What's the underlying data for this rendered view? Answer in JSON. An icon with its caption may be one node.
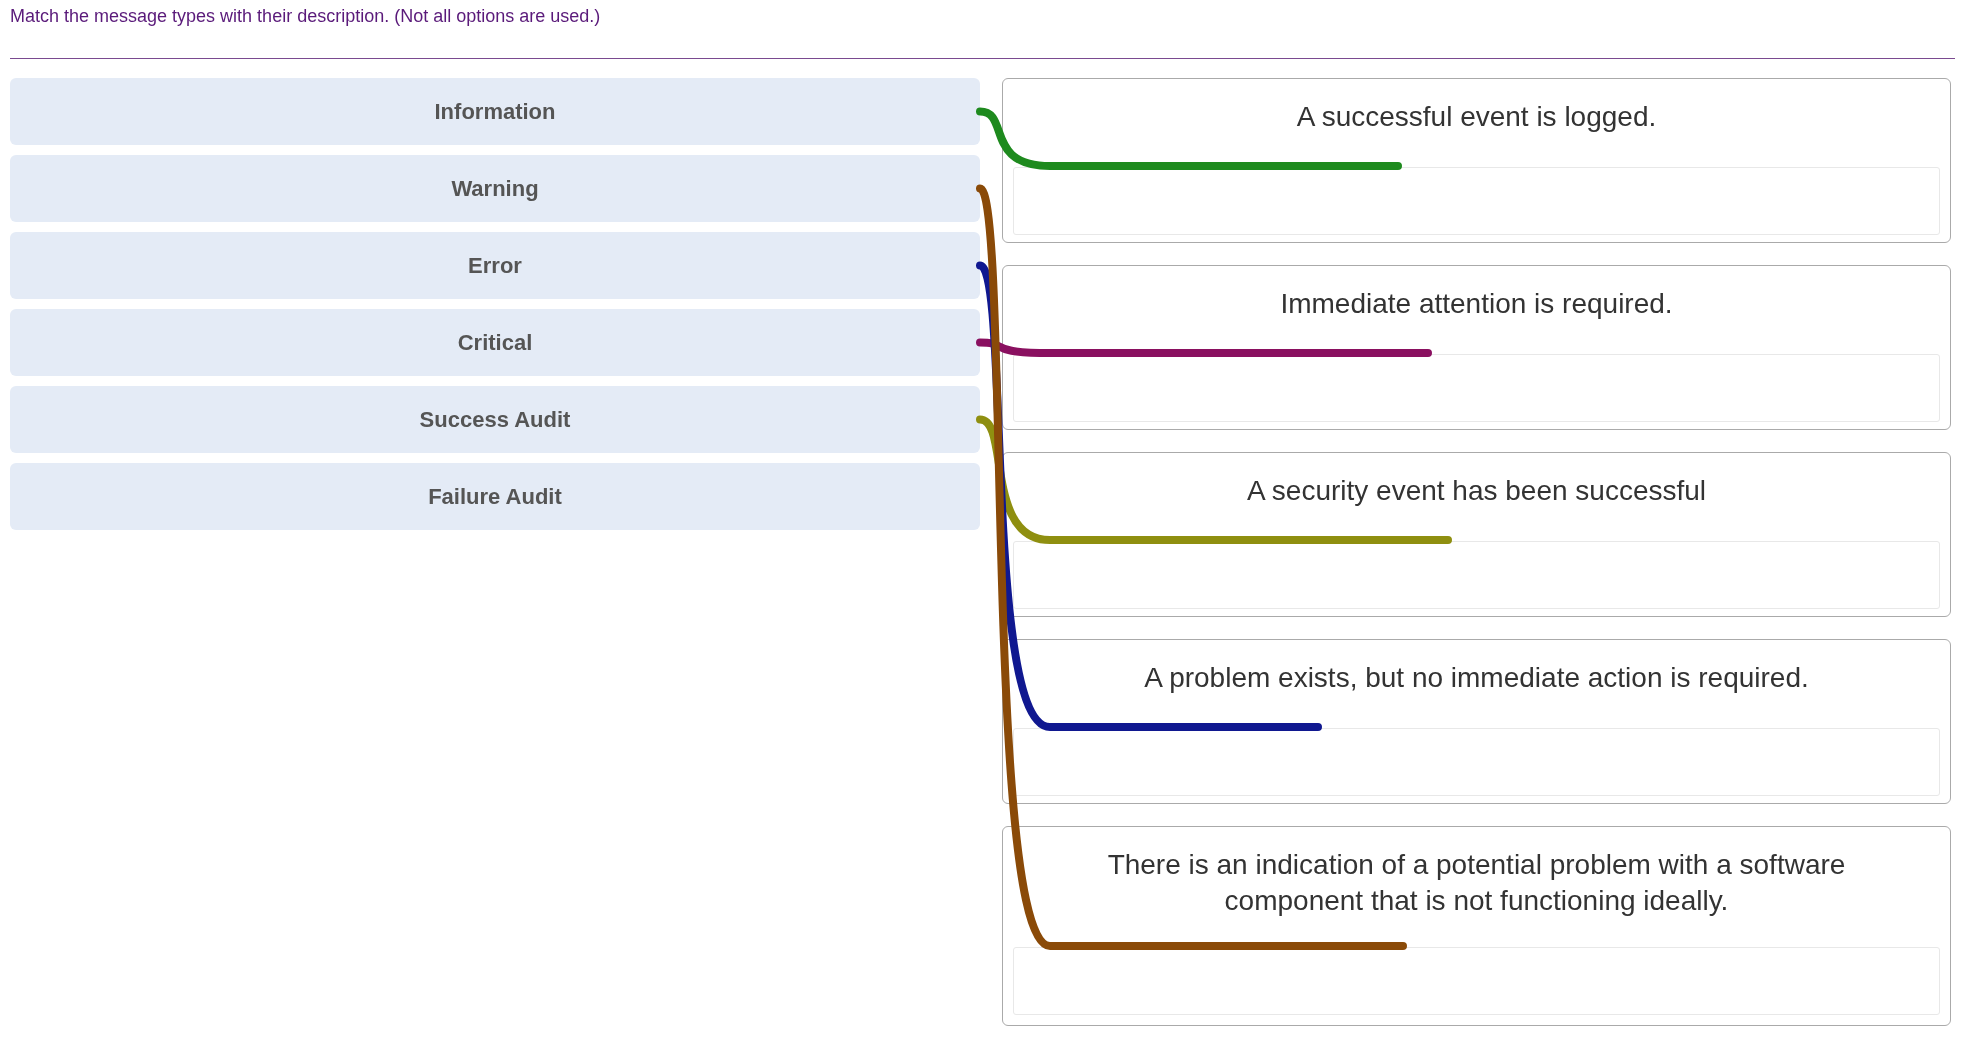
{
  "diagram": {
    "title": "Match the message types with their description. (Not all options are used.)",
    "nodes": [
      {
        "text": [
          "Information"
        ]
      },
      {
        "text": [
          "Warning"
        ]
      },
      {
        "text": [
          "Error"
        ]
      },
      {
        "text": [
          "Critical"
        ]
      },
      {
        "text": [
          "Success Audit"
        ]
      },
      {
        "text": [
          "Failure Audit"
        ]
      },
      {
        "text": [
          "A successful event is logged."
        ]
      },
      {
        "text": [
          "Immediate attention is required."
        ]
      },
      {
        "text": [
          "A security event has been successful"
        ]
      },
      {
        "text": [
          "A problem exists, but no immediate action is required."
        ]
      },
      {
        "text": [
          "There is an indication of a potential problem with a software component that is not functioning ideally."
        ]
      },
      {
        "text": [],
        "shape": "box",
        "in": 6
      },
      {
        "text": [],
        "shape": "box",
        "in": 7
      },
      {
        "text": [],
        "shape": "box",
        "in": 8
      },
      {
        "text": [],
        "shape": "box",
        "in": 9
      },
      {
        "text": [],
        "shape": "box",
        "in": 10
      }
    ],
    "edges": [
      {
        "from": 0,
        "to": 11,
        "arrow": "none",
        "color": "#1e8a1e"
      },
      {
        "from": 3,
        "to": 12,
        "arrow": "none",
        "color": "#8a1060"
      },
      {
        "from": 4,
        "to": 13,
        "arrow": "none",
        "color": "#8f8f10"
      },
      {
        "from": 2,
        "to": 14,
        "arrow": "none",
        "color": "#101890"
      },
      {
        "from": 1,
        "to": 15,
        "arrow": "none",
        "color": "#8a4a08"
      }
    ]
  }
}
